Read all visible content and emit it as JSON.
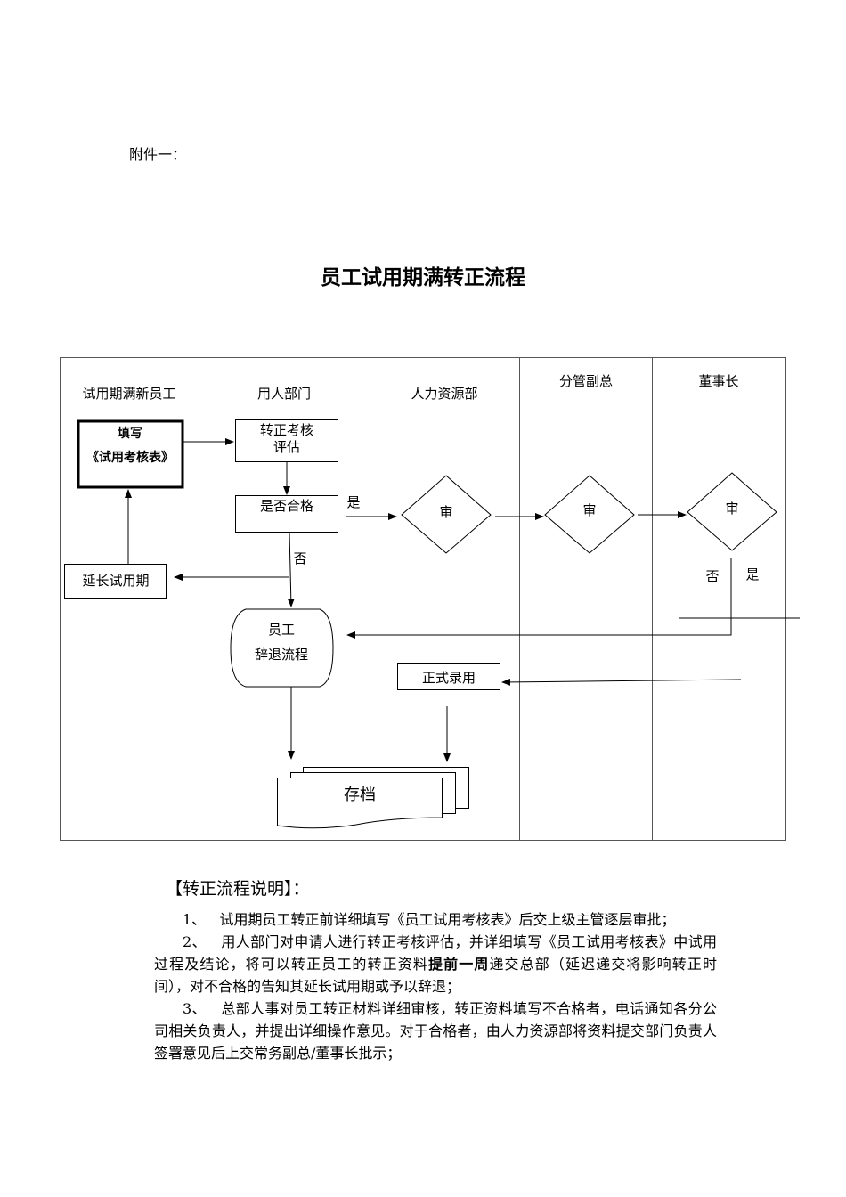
{
  "attachment_label": "附件一：",
  "title": "员工试用期满转正流程",
  "lanes": [
    "试用期满新员工",
    "用人部门",
    "人力资源部",
    "分管副总",
    "董事长"
  ],
  "nodes": {
    "fill_form_line1": "填写",
    "fill_form_line2": "《试用考核表》",
    "assess_line1": "转正考核",
    "assess_line2": "评估",
    "qualified": "是否合格",
    "extend": "延长试用期",
    "dismiss_line1": "员工",
    "dismiss_line2": "辞退流程",
    "hire": "正式录用",
    "archive": "存档",
    "review_hr": "审",
    "review_vp": "审",
    "review_chair": "审"
  },
  "edge_labels": {
    "yes_to_hr": "是",
    "no_to_dismiss": "否",
    "chair_no": "否",
    "chair_yes": "是"
  },
  "notes": {
    "heading": "【转正流程说明】：",
    "items": [
      {
        "num": "1、",
        "text": "试用期员工转正前详细填写《员工试用考核表》后交上级主管逐层审批；"
      },
      {
        "num": "2、",
        "text_before": "用人部门对申请人进行转正考核评估，并详细填写《员工试用考核表》中试用过程及结论，将可以转正员工的转正资料",
        "bold": "提前一周",
        "text_after": "递交总部（延迟递交将影响转正时间），对不合格的告知其延长试用期或予以辞退；"
      },
      {
        "num": "3、",
        "text": "总部人事对员工转正材料详细审核，转正资料填写不合格者，电话通知各分公司相关负责人，并提出详细操作意见。对于合格者，由人力资源部将资料提交部门负责人签署意见后上交常务副总/董事长批示；"
      }
    ]
  }
}
